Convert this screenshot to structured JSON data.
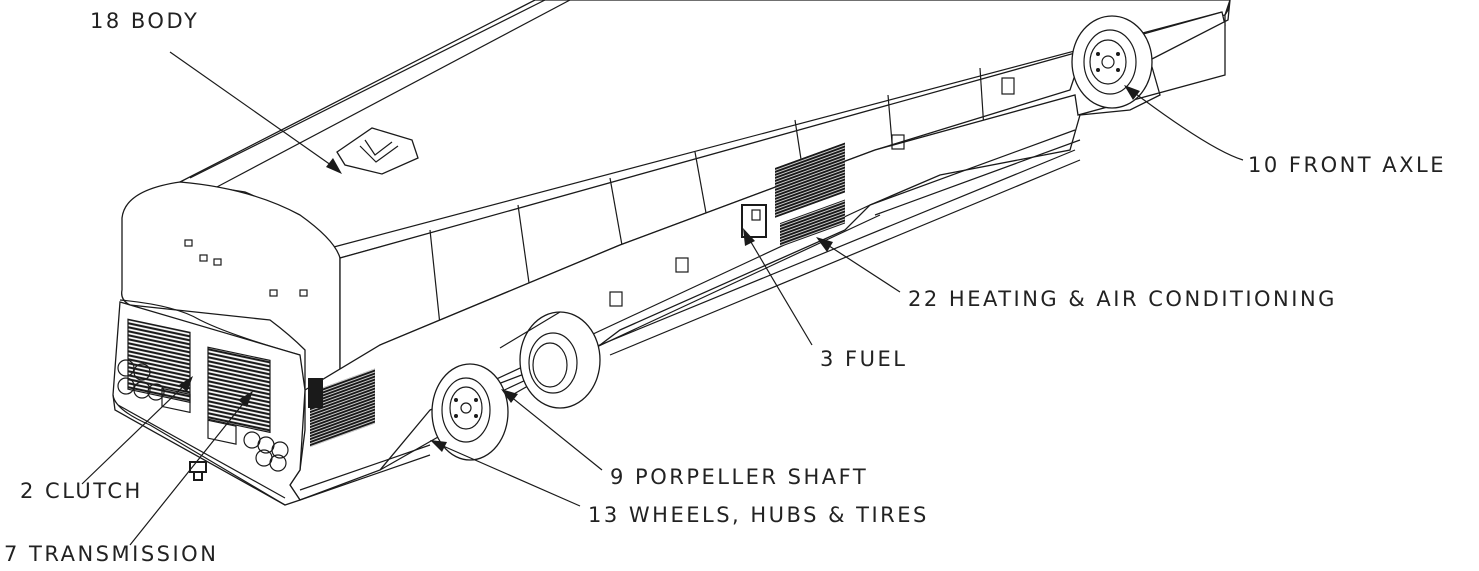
{
  "callouts": {
    "body": "18 BODY",
    "front_axle": "10 FRONT AXLE",
    "heating": "22 HEATING & AIR CONDITIONING",
    "fuel": "3 FUEL",
    "propeller": "9 PORPELLER SHAFT",
    "wheels": "13 WHEELS, HUBS & TIRES",
    "clutch": "2 CLUTCH",
    "transmission": "7 TRANSMISSION"
  },
  "colors": {
    "line": "#1a1a1a",
    "text": "#222222",
    "background": "#ffffff"
  }
}
